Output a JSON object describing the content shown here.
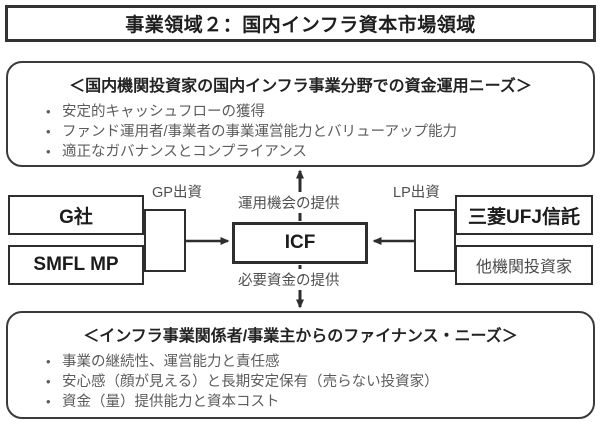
{
  "title": {
    "text": "事業領域２：国内インフラ資本市場領域"
  },
  "top_panel": {
    "heading": "＜国内機関投資家の国内インフラ事業分野での資金運用ニーズ＞",
    "bullet_marker": "•",
    "bullets": [
      "安定的キャッシュフローの獲得",
      "ファンド運用者/事業者の事業運営能力とバリューアップ能力",
      "適正なガバナンスとコンプライアンス"
    ]
  },
  "bottom_panel": {
    "heading": "＜インフラ事業関係者/事業主からのファイナンス・ニーズ＞",
    "bullet_marker": "•",
    "bullets": [
      "事業の継続性、運営能力と責任感",
      "安心感（顔が見える）と長期安定保有（売らない投資家）",
      "資金（量）提供能力と資本コスト"
    ]
  },
  "diagram": {
    "entities": {
      "g_company": "G社",
      "smfl_mp": "SMFL MP",
      "icf": "ICF",
      "mufg_trust": "三菱UFJ信託",
      "other_investors": "他機関投資家"
    },
    "captions": {
      "gp_investment": "GP出資",
      "lp_investment": "LP出資",
      "opportunity_provision": "運用機会の提供",
      "funding_provision": "必要資金の提供"
    }
  },
  "colors": {
    "border_dark": "#2e2e2e",
    "title_border": "#333333",
    "panel_border": "#3a3a3a",
    "text_primary": "#1c1c1c",
    "text_muted": "#5c5c5c",
    "background": "#ffffff"
  }
}
